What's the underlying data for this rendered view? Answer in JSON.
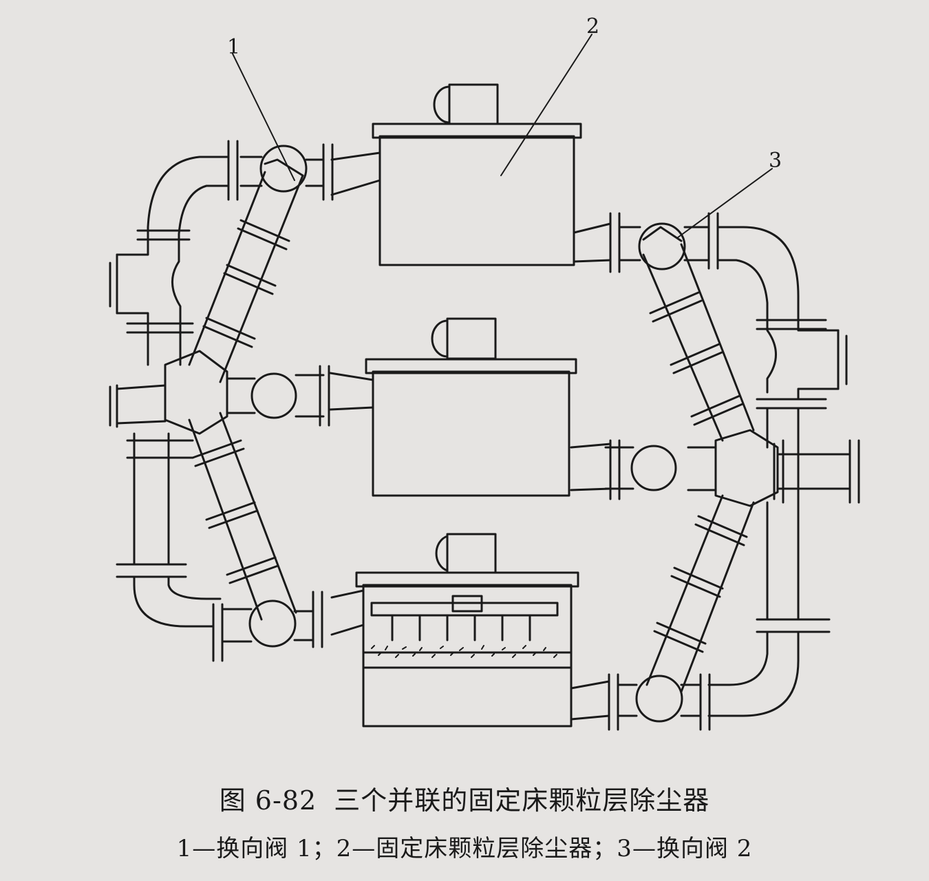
{
  "callouts": [
    {
      "id": "1"
    },
    {
      "id": "2"
    },
    {
      "id": "3"
    }
  ],
  "caption": {
    "figure_label": "图 6-82",
    "title": "三个并联的固定床颗粒层除尘器",
    "legend": "1—换向阀 1；2—固定床颗粒层除尘器；3—换向阀 2"
  },
  "colors": {
    "ink": "#1a1a1a",
    "paper": "#e6e4e2"
  }
}
